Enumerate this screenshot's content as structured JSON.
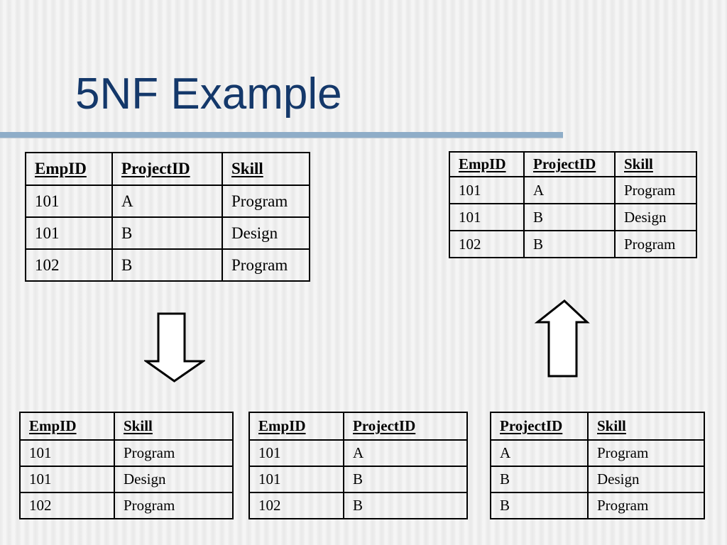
{
  "slide": {
    "title": "5NF Example",
    "title_color": "#14386a",
    "accent_bar_color": "#8fadc8",
    "background_stripe_colors": [
      "#e9e9e9",
      "#f5f5f5"
    ],
    "table_border_color": "#000000",
    "table_text_color": "#000000"
  },
  "icons": {
    "down_arrow": "down-arrow-icon",
    "up_arrow": "up-arrow-icon"
  },
  "tables": {
    "top_left": {
      "headers": [
        "EmpID",
        "ProjectID",
        "Skill"
      ],
      "rows": [
        [
          "101",
          "A",
          "Program"
        ],
        [
          "101",
          "B",
          "Design"
        ],
        [
          "102",
          "B",
          "Program"
        ]
      ]
    },
    "top_right": {
      "headers": [
        "EmpID",
        "ProjectID",
        "Skill"
      ],
      "rows": [
        [
          "101",
          "A",
          "Program"
        ],
        [
          "101",
          "B",
          "Design"
        ],
        [
          "102",
          "B",
          "Program"
        ]
      ]
    },
    "bottom_left": {
      "headers": [
        "EmpID",
        "Skill"
      ],
      "rows": [
        [
          "101",
          "Program"
        ],
        [
          "101",
          "Design"
        ],
        [
          "102",
          "Program"
        ]
      ]
    },
    "bottom_middle": {
      "headers": [
        "EmpID",
        "ProjectID"
      ],
      "rows": [
        [
          "101",
          "A"
        ],
        [
          "101",
          "B"
        ],
        [
          "102",
          "B"
        ]
      ]
    },
    "bottom_right": {
      "headers": [
        "ProjectID",
        "Skill"
      ],
      "rows": [
        [
          "A",
          "Program"
        ],
        [
          "B",
          "Design"
        ],
        [
          "B",
          "Program"
        ]
      ]
    }
  }
}
